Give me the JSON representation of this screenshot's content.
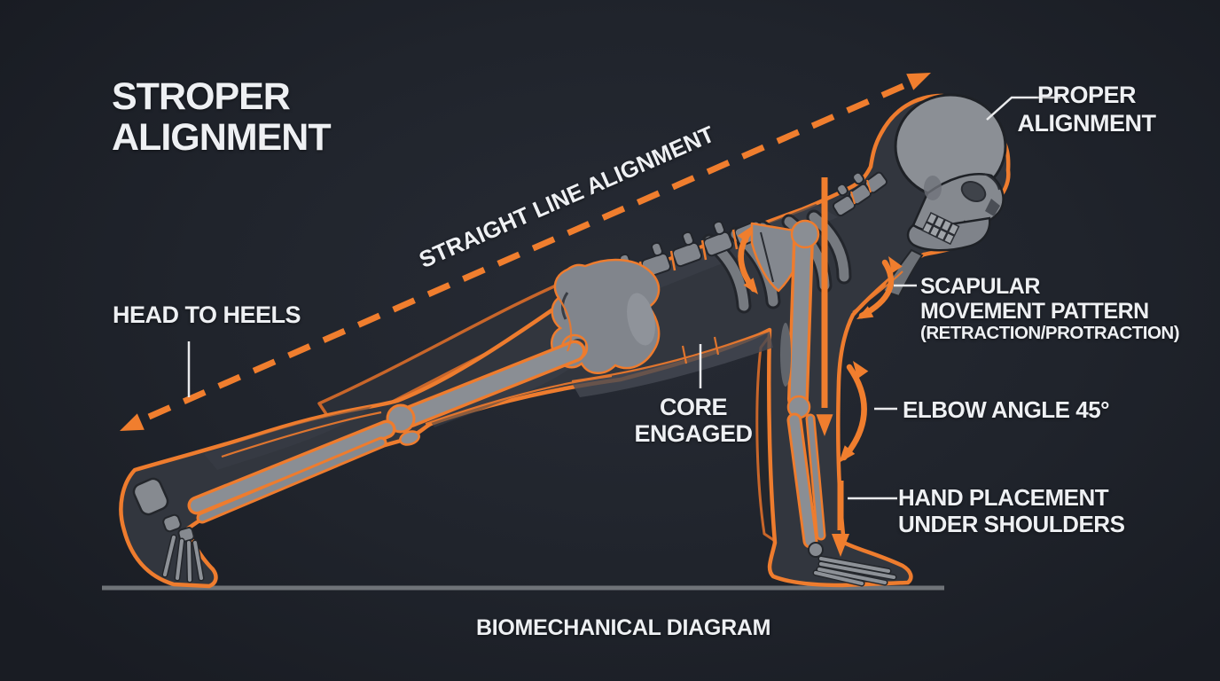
{
  "title": {
    "line1": "STROPER",
    "line2": "ALIGNMENT"
  },
  "footer": {
    "caption": "BIOMECHANICAL DIAGRAM"
  },
  "annotations": {
    "straight_line": "STRAIGHT LINE ALIGNMENT",
    "head_to_heels": "HEAD TO HEELS",
    "proper_alignment": {
      "line1": "PROPER",
      "line2": "ALIGNMENT"
    },
    "scapular": {
      "line1": "SCAPULAR",
      "line2": "MOVEMENT PATTERN",
      "line3": "(RETRACTION/PROTRACTION)"
    },
    "elbow_angle": "ELBOW ANGLE 45°",
    "core": {
      "line1": "CORE",
      "line2": "ENGAGED"
    },
    "hand_placement": {
      "line1": "HAND PLACEMENT",
      "line2": "UNDER SHOULDERS"
    }
  },
  "figure": {
    "subject": "skeleton in push-up plank position, head right, feet left",
    "pose": "push-up top position"
  },
  "palette": {
    "background": "#1e222a",
    "accent_orange": "#ee7c2e",
    "bone_gray": "#8a8e94",
    "body_gray": "#32363e",
    "text_white": "#eef0f3",
    "ground_gray": "#6f7378"
  }
}
